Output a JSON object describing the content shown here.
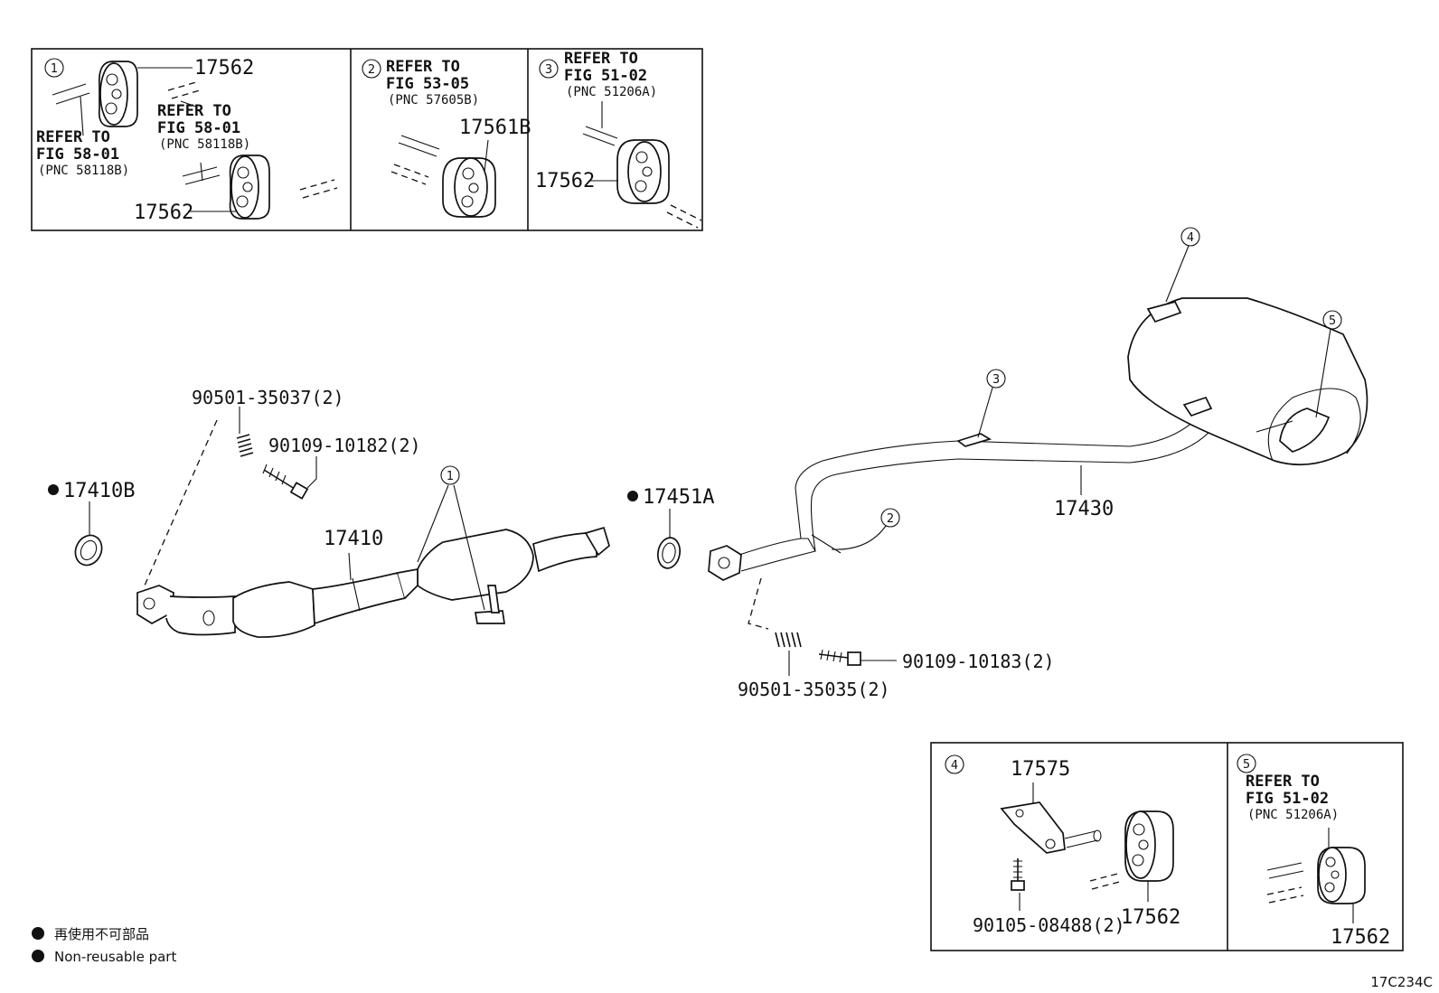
{
  "inset1": {
    "callout": "1",
    "top_part": "17562",
    "bottom_part": "17562",
    "left_ref": {
      "l1": "REFER TO",
      "l2": "FIG 58-01",
      "l3": "(PNC 58118B)"
    },
    "mid_ref": {
      "l1": "REFER TO",
      "l2": "FIG 58-01",
      "l3": "(PNC 58118B)"
    }
  },
  "inset2": {
    "callout": "2",
    "ref": {
      "l1": "REFER TO",
      "l2": "FIG 53-05",
      "l3": "(PNC 57605B)"
    },
    "part": "17561B"
  },
  "inset3": {
    "callout": "3",
    "ref": {
      "l1": "REFER TO",
      "l2": "FIG 51-02",
      "l3": "(PNC 51206A)"
    },
    "part": "17562"
  },
  "inset4": {
    "callout": "4",
    "bracket": "17575",
    "bolt": "90105-08488(2)",
    "part": "17562"
  },
  "inset5": {
    "callout": "5",
    "ref": {
      "l1": "REFER TO",
      "l2": "FIG 51-02",
      "l3": "(PNC 51206A)"
    },
    "part": "17562"
  },
  "main": {
    "spring_upper": "90501-35037(2)",
    "bolt_upper": "90109-10182(2)",
    "gasket_front": "17410B",
    "front_pipe": "17410",
    "gasket_mid": "17451A",
    "tail_pipe": "17430",
    "bolt_lower": "90109-10183(2)",
    "spring_lower": "90501-35035(2)",
    "callout_1": "1",
    "callout_2": "2",
    "callout_3": "3",
    "callout_4": "4",
    "callout_5": "5"
  },
  "legend": {
    "cn": "再使用不可部品",
    "en": "Non-reusable part"
  },
  "code": "17C234C"
}
